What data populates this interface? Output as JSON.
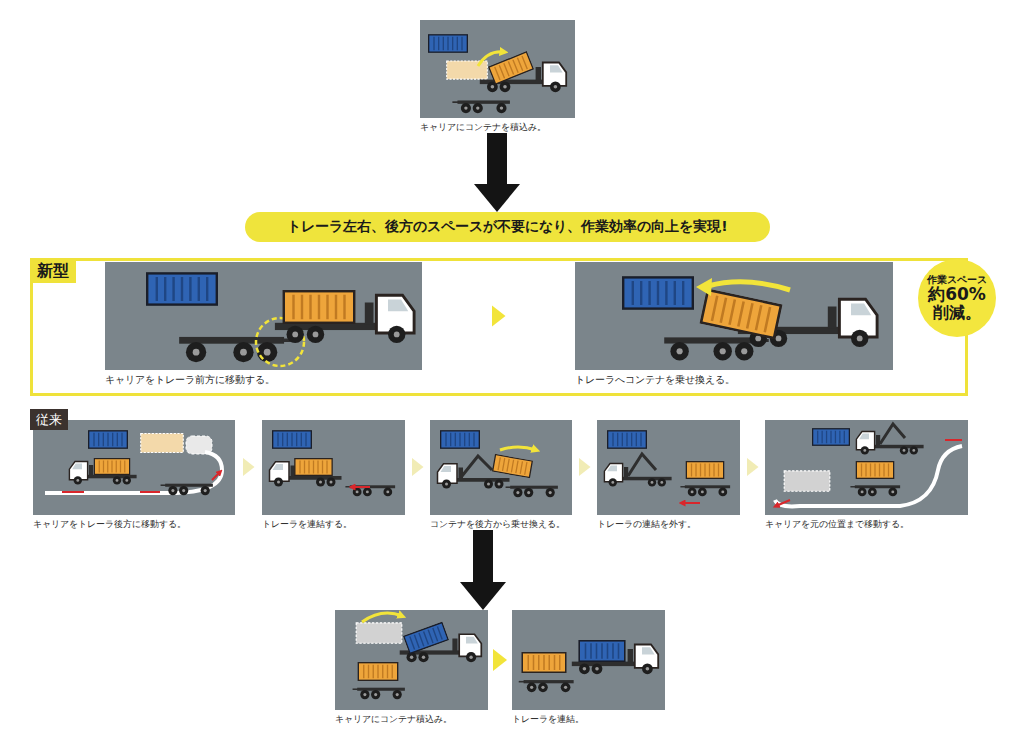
{
  "diagram": {
    "nodes": [
      {
        "text": [
          "キャリアにコンテナを積込み。"
        ]
      },
      {
        "text": [
          "トレーラ左右、後方のスペースが不要になり、作業効率の向上を実現!"
        ]
      },
      {
        "text": [
          "新型"
        ]
      },
      {
        "text": [
          "キャリアをトレーラ前方に移動する。"
        ],
        "in": 2
      },
      {
        "text": [
          "トレーラへコンテナを乗せ換える。"
        ],
        "in": 2
      },
      {
        "text": [
          "作業スペース",
          "約60%",
          "削減。"
        ],
        "in": 2
      },
      {
        "text": [
          "従来"
        ]
      },
      {
        "text": [
          "キャリアをトレーラ後方に移動する。"
        ]
      },
      {
        "text": [
          "トレーラを連結する。"
        ]
      },
      {
        "text": [
          "コンテナを後方から乗せ換える。"
        ]
      },
      {
        "text": [
          "トレーラの連結を外す。"
        ]
      },
      {
        "text": [
          "キャリアを元の位置まで移動する。"
        ]
      },
      {
        "text": [
          "キャリアにコンテナ積込み。"
        ]
      },
      {
        "text": [
          "トレーラを連結。"
        ]
      }
    ],
    "edges": [
      {
        "from": 0,
        "to": 1,
        "arrow": "to"
      },
      {
        "from": 3,
        "to": 4,
        "arrow": "to"
      },
      {
        "from": 7,
        "to": 8,
        "arrow": "to"
      },
      {
        "from": 8,
        "to": 9,
        "arrow": "to"
      },
      {
        "from": 9,
        "to": 10,
        "arrow": "to"
      },
      {
        "from": 10,
        "to": 11,
        "arrow": "to"
      },
      {
        "from": 9,
        "to": 12,
        "arrow": "to"
      },
      {
        "from": 12,
        "to": 13,
        "arrow": "to"
      }
    ]
  }
}
